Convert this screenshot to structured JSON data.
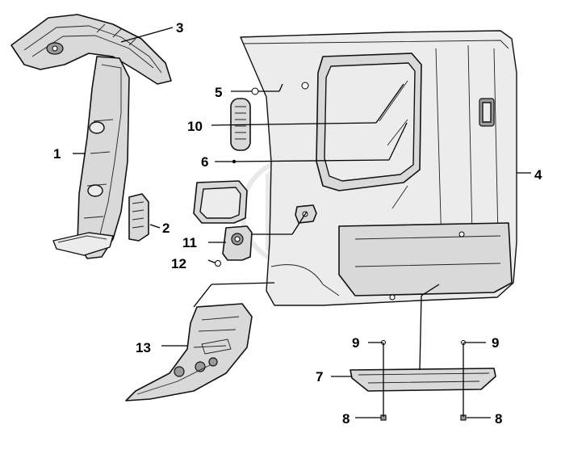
{
  "callouts": {
    "c1": "1",
    "c2": "2",
    "c3": "3",
    "c4": "4",
    "c5": "5",
    "c6": "6",
    "c7": "7",
    "c8a": "8",
    "c8b": "8",
    "c9a": "9",
    "c9b": "9",
    "c10": "10",
    "c11": "11",
    "c12": "12",
    "c13": "13"
  },
  "colors": {
    "line": "#111111",
    "panel_fill": "#d9d9d9",
    "watermark": "#cfcfcf"
  }
}
